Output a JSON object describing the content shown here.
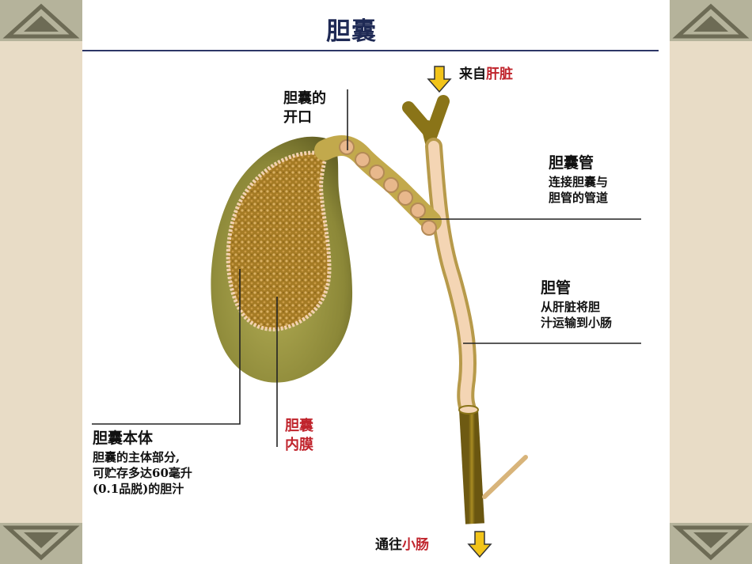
{
  "title": "胆囊",
  "labels": {
    "from_liver": {
      "prefix": "来自",
      "highlight": "肝脏"
    },
    "opening": {
      "line1": "胆囊的",
      "line2": "开口"
    },
    "cystic_duct": {
      "title": "胆囊管",
      "desc1": "连接胆囊与",
      "desc2": "胆管的管道"
    },
    "bile_duct": {
      "title": "胆管",
      "desc1": "从肝脏将胆",
      "desc2": "汁运输到小肠"
    },
    "body": {
      "title": "胆囊本体",
      "desc1": "胆囊的主体部分,",
      "desc2": "可贮存多达60毫升",
      "desc3": "(0.1品脱)的胆汁"
    },
    "mucosa": {
      "line1": "胆囊",
      "line2": "内膜"
    },
    "to_intestine": {
      "prefix": "通往",
      "highlight": "小肠"
    }
  },
  "colors": {
    "title": "#1f2a55",
    "highlight": "#c0242c",
    "gallbladder_outer": "#8f8a3a",
    "gallbladder_inner": "#b58a2a",
    "duct": "#f3d2b0",
    "arrow": "#f2c419"
  },
  "icons": [
    "down-arrow-icon"
  ]
}
